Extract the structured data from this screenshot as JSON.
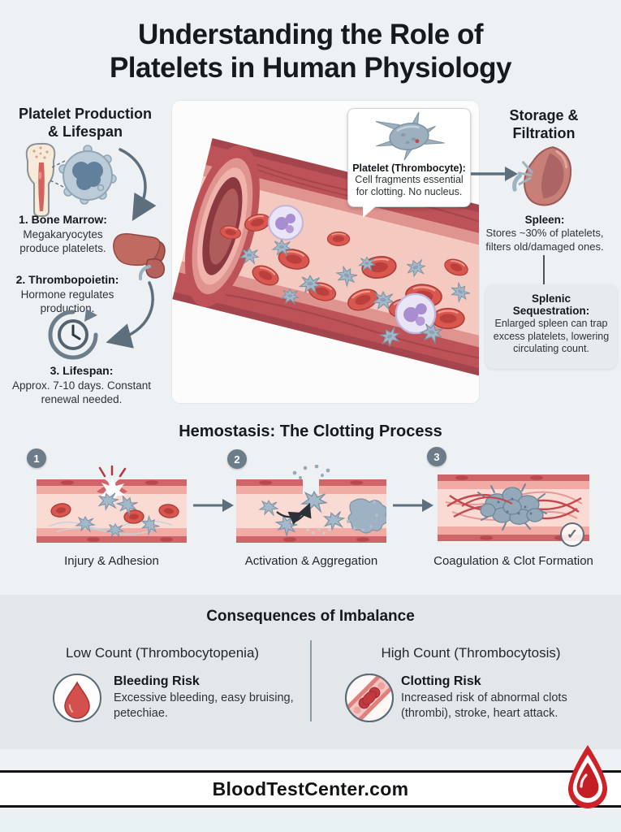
{
  "header": {
    "title_line1": "Understanding the Role of",
    "title_line2": "Platelets in Human Physiology"
  },
  "production": {
    "heading_line1": "Platelet Production",
    "heading_line2": "& Lifespan",
    "steps": [
      {
        "label": "1. Bone Marrow:",
        "text": "Megakaryocytes produce platelets."
      },
      {
        "label": "2. Thrombopoietin:",
        "text": "Hormone regulates production."
      },
      {
        "label": "3. Lifespan:",
        "text": "Approx. 7-10 days. Constant renewal needed."
      }
    ]
  },
  "vessel": {
    "callout": {
      "label": "Platelet (Thrombocyte):",
      "text": "Cell fragments essential for clotting. No nucleus."
    }
  },
  "storage": {
    "heading_line1": "Storage &",
    "heading_line2": "Filtration",
    "spleen_label": "Spleen:",
    "spleen_text": "Stores ~30% of platelets, filters old/damaged ones.",
    "note_label": "Splenic Sequestration:",
    "note_text": "Enlarged spleen can trap excess platelets, lowering circulating count."
  },
  "hemostasis": {
    "title": "Hemostasis: The Clotting Process",
    "steps": [
      {
        "number": "1",
        "caption": "Injury & Adhesion"
      },
      {
        "number": "2",
        "caption": "Activation & Aggregation"
      },
      {
        "number": "3",
        "caption": "Coagulation & Clot Formation"
      }
    ]
  },
  "consequences": {
    "title": "Consequences of Imbalance",
    "low": {
      "heading": "Low Count (Thrombocytopenia)",
      "risk_label": "Bleeding Risk",
      "risk_text": "Excessive bleeding, easy bruising, petechiae."
    },
    "high": {
      "heading": "High Count (Thrombocytosis)",
      "risk_label": "Clotting Risk",
      "risk_text": "Increased risk of abnormal clots (thrombi), stroke, heart attack."
    }
  },
  "footer": {
    "brand": "BloodTestCenter.com"
  },
  "icons": {
    "check": "✓"
  },
  "colors": {
    "background": "#eef1f4",
    "section_bg": "#e4e7ea",
    "brand_red": "#cf2128",
    "vessel_red": "#bd5359",
    "platelet_blue": "#a3b8c9",
    "arrow_gray": "#5d6e7c"
  }
}
